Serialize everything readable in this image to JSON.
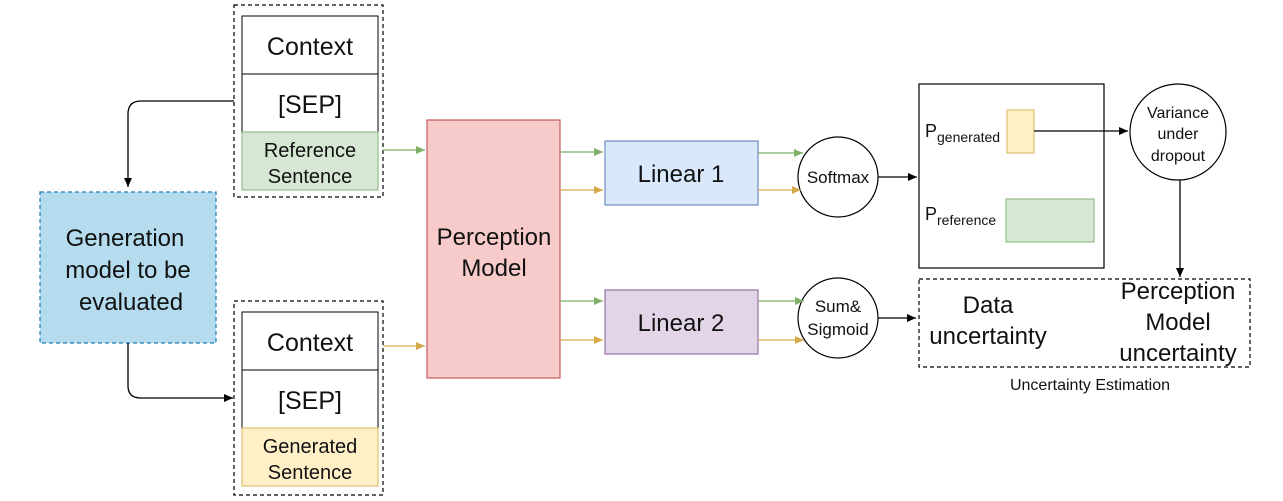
{
  "colors": {
    "generation_fill": "#b4dcee",
    "generation_border": "#1d7fb5",
    "reference_fill": "#d6e8d3",
    "reference_border": "#84b27a",
    "generated_fill": "#fff0c8",
    "generated_border": "#d8b35a",
    "perception_fill": "#f8cbcb",
    "perception_border": "#c75a5a",
    "linear1_fill": "#dae8fc",
    "linear1_border": "#6c8ebf",
    "linear2_fill": "#e1d5e7",
    "linear2_border": "#9673a6",
    "arrow_green": "#7fb068",
    "arrow_orange": "#d6a94a",
    "arrow_black": "#000000"
  },
  "generation_model": {
    "lines": [
      "Generation",
      "model to be",
      "evaluated"
    ]
  },
  "top_stack": {
    "context": "Context",
    "sep": "[SEP]",
    "sentence_lines": [
      "Reference",
      "Sentence"
    ]
  },
  "bottom_stack": {
    "context": "Context",
    "sep": "[SEP]",
    "sentence_lines": [
      "Generated",
      "Sentence"
    ]
  },
  "perception_model": {
    "lines": [
      "Perception",
      "Model"
    ]
  },
  "linear1": "Linear 1",
  "linear2": "Linear 2",
  "softmax": "Softmax",
  "sum_sigmoid": {
    "lines": [
      "Sum&",
      "Sigmoid"
    ]
  },
  "probabilities": {
    "generated": {
      "symbol": "P",
      "subscript": "generated"
    },
    "reference": {
      "symbol": "P",
      "subscript": "reference"
    }
  },
  "variance": {
    "lines": [
      "Variance",
      "under",
      "dropout"
    ]
  },
  "uncertainty": {
    "data_lines": [
      "Data",
      "uncertainty"
    ],
    "perception_lines": [
      "Perception",
      "Model",
      "uncertainty"
    ],
    "caption": "Uncertainty Estimation"
  }
}
